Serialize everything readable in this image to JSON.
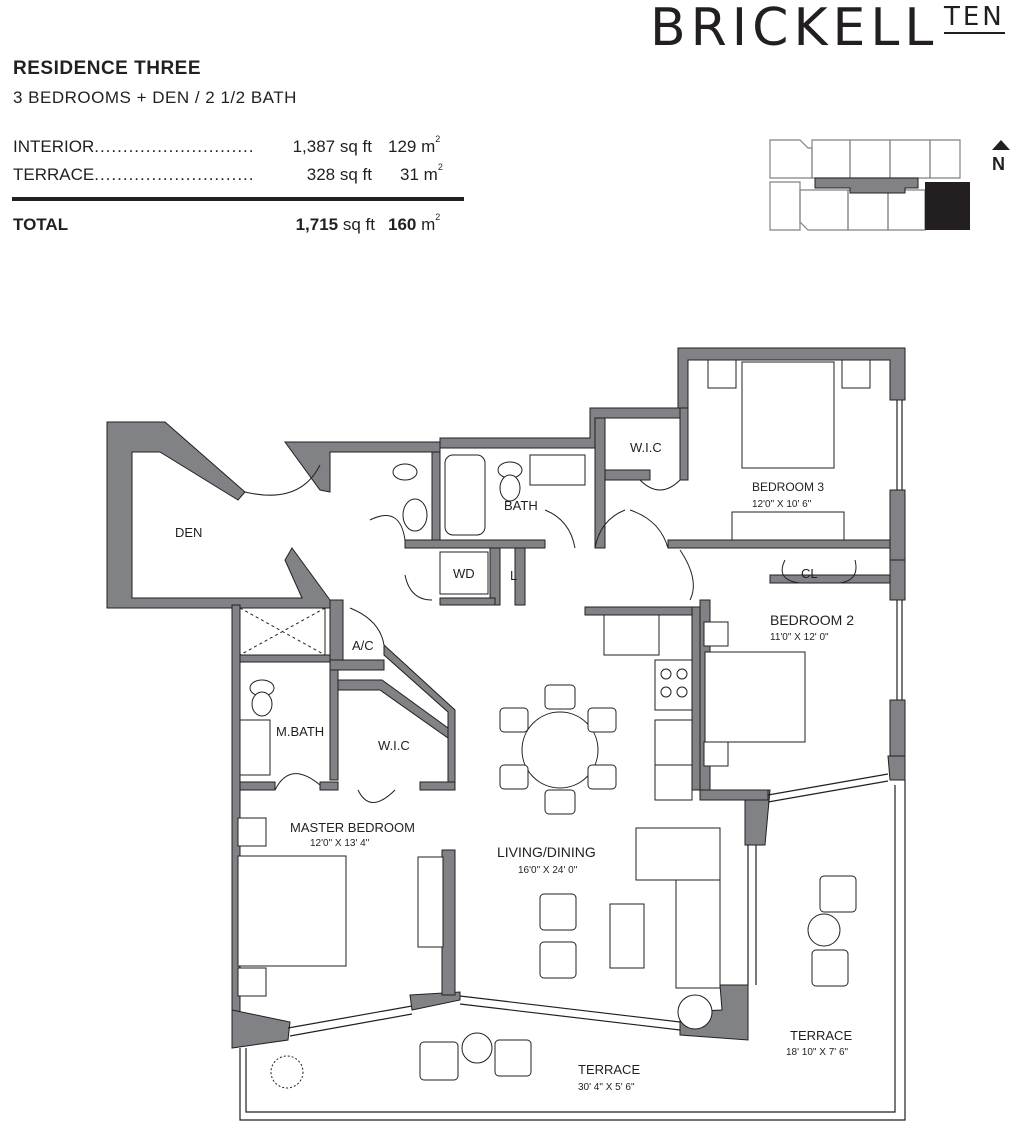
{
  "brand": {
    "name": "BRICKELL",
    "suffix": "TEN"
  },
  "residence": {
    "title": "RESIDENCE THREE",
    "subtitle": "3 BEDROOMS + DEN / 2 1/2 BATH"
  },
  "areas": {
    "interior": {
      "label": "INTERIOR",
      "sqft": "1,387",
      "sqft_unit": "sq ft",
      "m2": "129",
      "m2_unit": "m"
    },
    "terrace": {
      "label": "TERRACE",
      "sqft": "328",
      "sqft_unit": "sq ft",
      "m2": "31",
      "m2_unit": "m"
    },
    "total": {
      "label": "TOTAL",
      "sqft": "1,715",
      "sqft_unit": "sq ft",
      "m2": "160",
      "m2_unit": "m"
    },
    "superscript": "2",
    "dots": "......................................................"
  },
  "north": {
    "label": "N"
  },
  "rooms": {
    "den": "DEN",
    "bath": "BATH",
    "wic_top": "W.I.C",
    "bedroom3": "BEDROOM 3",
    "bedroom3_dim": "12'0\" X 10' 6\"",
    "wd": "WD",
    "linen": "L",
    "closet": "CL",
    "bedroom2": "BEDROOM 2",
    "bedroom2_dim": "11'0\" X 12' 0\"",
    "ac": "A/C",
    "mbath": "M.BATH",
    "wic_master": "W.I.C",
    "master": "MASTER BEDROOM",
    "master_dim": "12'0\" X 13' 4\"",
    "living": "LIVING/DINING",
    "living_dim": "16'0\" X 24' 0\"",
    "terrace_right": "TERRACE",
    "terrace_right_dim": "18' 10\" X 7' 6\"",
    "terrace_bottom": "TERRACE",
    "terrace_bottom_dim": "30' 4\" X 5' 6\""
  },
  "colors": {
    "wall": "#808285",
    "ink": "#231f20",
    "keyplan_fill": "#231f20"
  }
}
